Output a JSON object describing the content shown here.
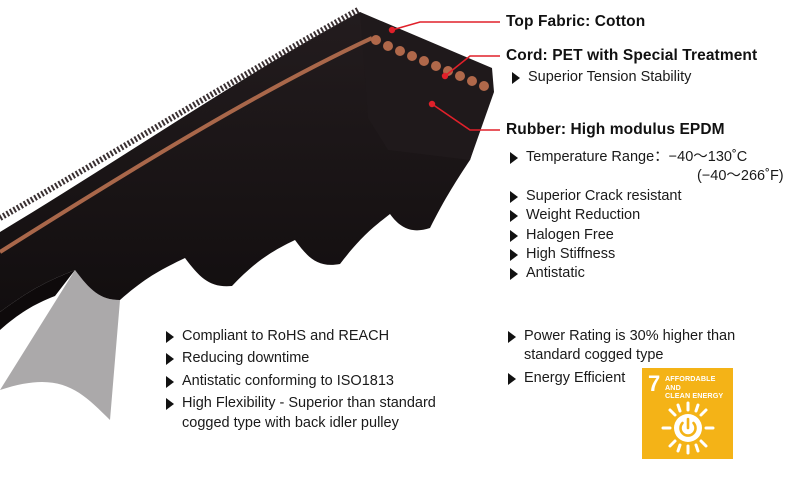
{
  "callouts": {
    "top_fabric": "Top Fabric: Cotton",
    "cord": "Cord: PET with Special Treatment",
    "rubber": "Rubber: High modulus EPDM"
  },
  "cord_features": [
    "Superior Tension Stability"
  ],
  "rubber_features": {
    "temperature": {
      "label": "Temperature Range：",
      "celsius": "−40～130˚C",
      "fahrenheit": "(−40～266˚F)"
    },
    "items": [
      "Superior Crack resistant",
      "Weight Reduction",
      "Halogen Free",
      "High Stiffness",
      "Antistatic"
    ]
  },
  "left_features": [
    {
      "line1": "Compliant to RoHS and REACH"
    },
    {
      "line1": "Reducing downtime"
    },
    {
      "line1": "Antistatic conforming to ISO1813"
    },
    {
      "line1": "High Flexibility - Superior than standard",
      "line2": "cogged type with back idler pulley"
    }
  ],
  "right_features": [
    {
      "line1": "Power Rating is 30% higher than",
      "line2": "standard cogged type"
    },
    {
      "line1": "Energy Efficient"
    }
  ],
  "sdg": {
    "number": "7",
    "label": "AFFORDABLE AND\nCLEAN ENERGY",
    "color": "#f4b317",
    "icon": "power-sun-icon"
  },
  "colors": {
    "leader_line": "#e0202a",
    "belt": "#1b1617",
    "cord": "#a9674a"
  }
}
